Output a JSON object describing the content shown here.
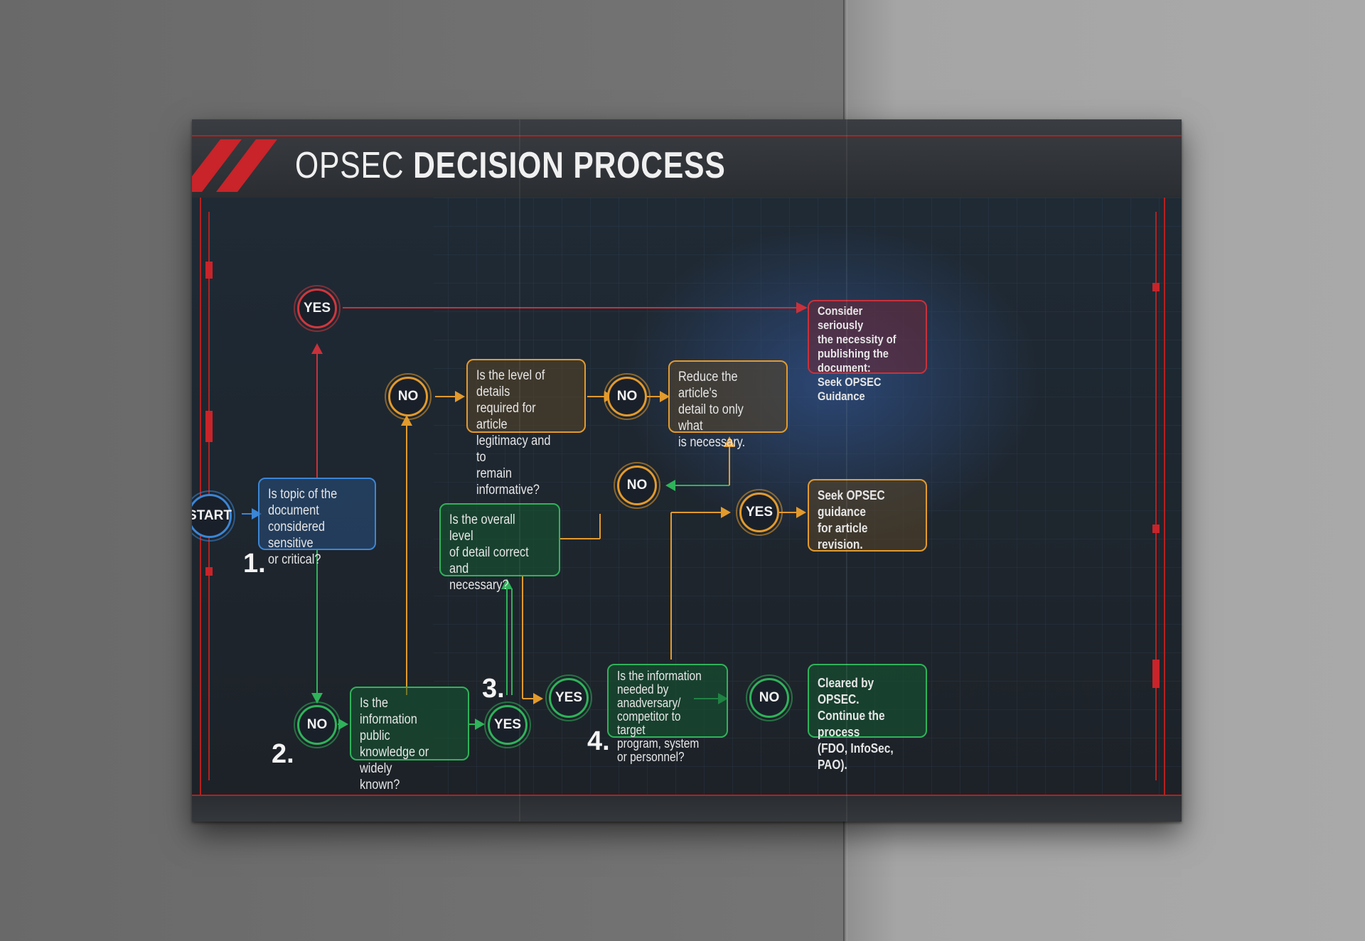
{
  "title": {
    "part1": "OPSEC",
    "part2": "DECISION PROCESS"
  },
  "nodes": {
    "start": "START",
    "yes_top": "YES",
    "no_left": "NO",
    "no_mid": "NO",
    "no_center": "NO",
    "yes_right": "YES",
    "no_bottom": "NO",
    "yes_bottom": "YES",
    "yes_mid": "YES",
    "no_bottom_right": "NO"
  },
  "boxes": {
    "q1": "Is topic of the document\nconsidered sensitive\nor critical?",
    "q2": "Is the information public\nknowledge or widely\nknown?",
    "q3": "Is the overall  level\nof detail correct and\nnecessary?",
    "q4": "Is the information\nneeded by anadversary/\ncompetitor to target\nprogram, system\nor personnel?",
    "detail": "Is the level of details\nrequired for article\nlegitimacy and to\nremain informative?",
    "reduce": "Reduce the article's\ndetail to only what\nis necessary.",
    "consider": "Consider seriously\nthe necessity of\npublishing the\ndocument:\nSeek OPSEC Guidance",
    "revision": "Seek OPSEC guidance\nfor article revision.",
    "cleared": "Cleared by OPSEC.\nContinue the process\n(FDO, InfoSec, PAO)."
  },
  "steps": {
    "s1": "1.",
    "s2": "2.",
    "s3": "3.",
    "s4": "4."
  },
  "colors": {
    "red": "#c8313b",
    "orange": "#e39a2c",
    "green": "#2fb35a",
    "blue": "#3b86d6"
  }
}
